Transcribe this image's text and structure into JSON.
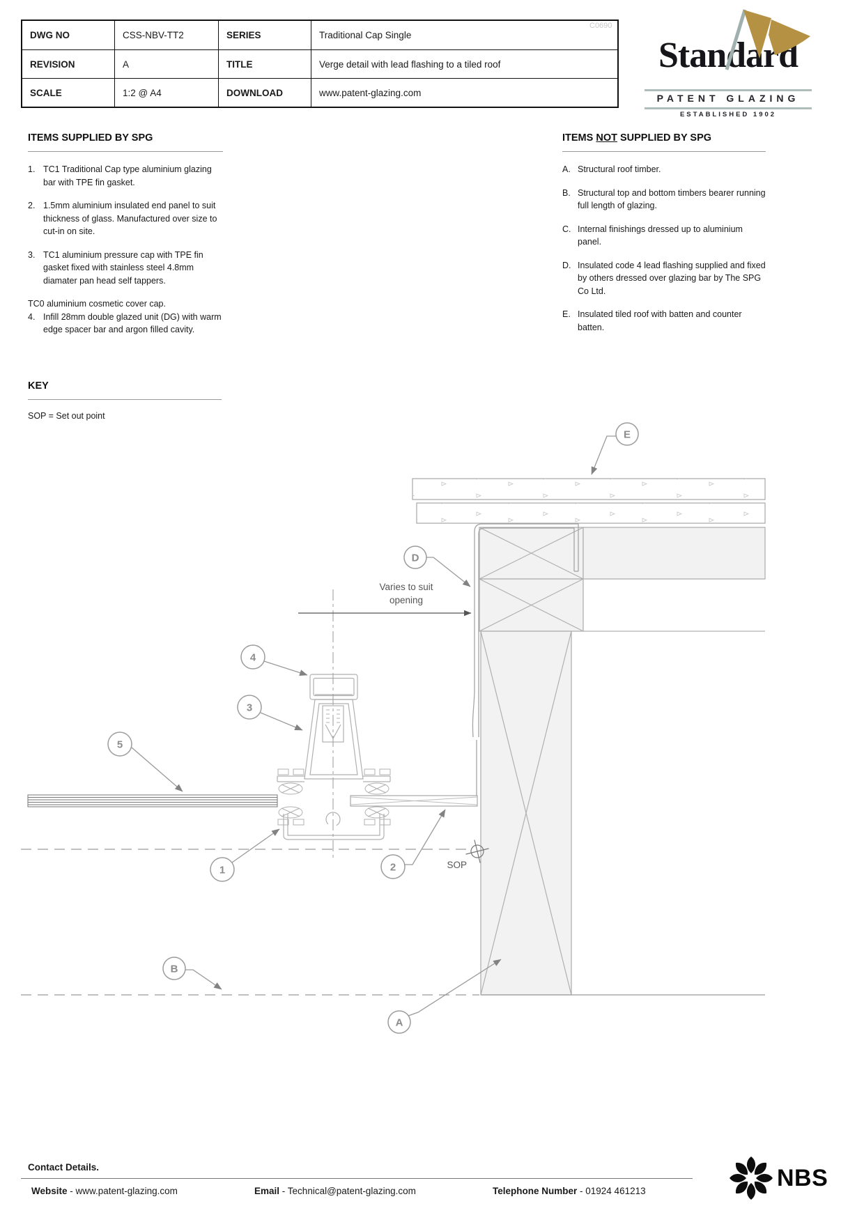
{
  "title_block": {
    "watermark": "C0690",
    "r1": {
      "l1": "DWG NO",
      "v1": "CSS-NBV-TT2",
      "l2": "SERIES",
      "v2": "Traditional Cap Single"
    },
    "r2": {
      "l1": "REVISION",
      "v1": "A",
      "l2": "TITLE",
      "v2": "Verge detail with lead flashing to a tiled roof"
    },
    "r3": {
      "l1": "SCALE",
      "v1": "1:2 @ A4",
      "l2": "DOWNLOAD",
      "v2": "www.patent-glazing.com"
    }
  },
  "logo": {
    "name": "Standard",
    "subtitle": "PATENT GLAZING",
    "established": "ESTABLISHED 1902",
    "flag_color": "#b59143"
  },
  "supplied": {
    "heading": "ITEMS SUPPLIED BY SPG",
    "items": [
      {
        "num": "1.",
        "text": "TC1 Traditional Cap type aluminium glazing bar with TPE fin gasket."
      },
      {
        "num": "2.",
        "text": "1.5mm aluminium insulated end panel to suit thickness of glass. Manufactured over size to cut-in on site."
      },
      {
        "num": "3.",
        "text": "TC1 aluminium pressure cap with TPE fin gasket fixed with stainless steel 4.8mm diamater pan head self tappers."
      },
      {
        "num": "",
        "text": "TC0 aluminium cosmetic cover cap."
      },
      {
        "num": "4.",
        "text": "Infill 28mm double glazed unit (DG) with warm edge spacer bar and argon filled cavity."
      }
    ]
  },
  "not_supplied": {
    "heading_pre": "ITEMS ",
    "heading_not": "NOT",
    "heading_post": " SUPPLIED BY SPG",
    "items": [
      {
        "num": "A.",
        "text": "Structural roof timber."
      },
      {
        "num": "B.",
        "text": "Structural top and bottom timbers bearer running full length of glazing."
      },
      {
        "num": "C.",
        "text": "Internal finishings dressed up to aluminium panel."
      },
      {
        "num": "D.",
        "text": "Insulated code 4 lead flashing supplied and fixed by others dressed over glazing bar by The SPG Co Ltd."
      },
      {
        "num": "E.",
        "text": "Insulated tiled roof with batten and counter batten."
      }
    ]
  },
  "key": {
    "heading": "KEY",
    "text": "SOP = Set out point"
  },
  "drawing": {
    "callout_labels": {
      "n1": "1",
      "n2": "2",
      "n3": "3",
      "n4": "4",
      "n5": "5",
      "a": "A",
      "b": "B",
      "d": "D",
      "e": "E"
    },
    "varies_line1": "Varies to suit",
    "varies_line2": "opening",
    "sop_label": "SOP"
  },
  "footer": {
    "heading": "Contact Details.",
    "website_label": "Website",
    "website": "www.patent-glazing.com",
    "email_label": "Email",
    "email": "Technical@patent-glazing.com",
    "phone_label": "Telephone Number",
    "phone": "01924 461213",
    "sep": " - "
  },
  "nbs": {
    "label": "NBS"
  }
}
